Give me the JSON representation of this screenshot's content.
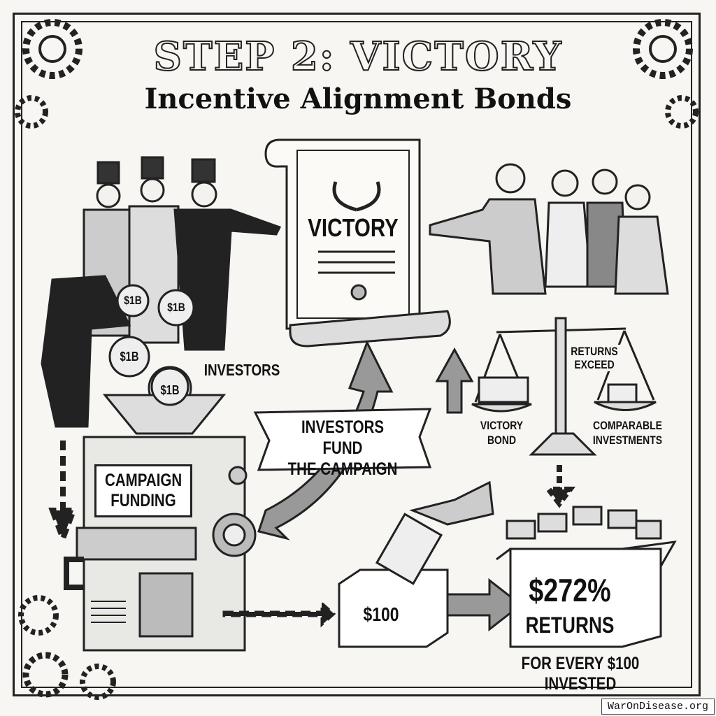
{
  "header": {
    "title": "STEP 2: VICTORY",
    "subtitle": "Incentive Alignment Bonds"
  },
  "scroll": {
    "label": "VICTORY"
  },
  "investors": {
    "label": "INVESTORS",
    "bags": [
      "$1B",
      "$1B",
      "$1B",
      "$1B"
    ]
  },
  "machine": {
    "label_line1": "CAMPAIGN",
    "label_line2": "FUNDING"
  },
  "banner": {
    "line1": "INVESTORS FUND",
    "line2": "THE CAMPAIGN"
  },
  "scale": {
    "top_label_line1": "RETURNS",
    "top_label_line2": "EXCEED",
    "left_label_line1": "VICTORY",
    "left_label_line2": "BOND",
    "right_label_line1": "COMPARABLE",
    "right_label_line2": "INVESTMENTS"
  },
  "ballot_box": {
    "label": "$100"
  },
  "returns_box": {
    "value": "$272%",
    "label": "RETURNS",
    "caption": "FOR EVERY $100 INVESTED"
  },
  "watermark": "WarOnDisease.org"
}
